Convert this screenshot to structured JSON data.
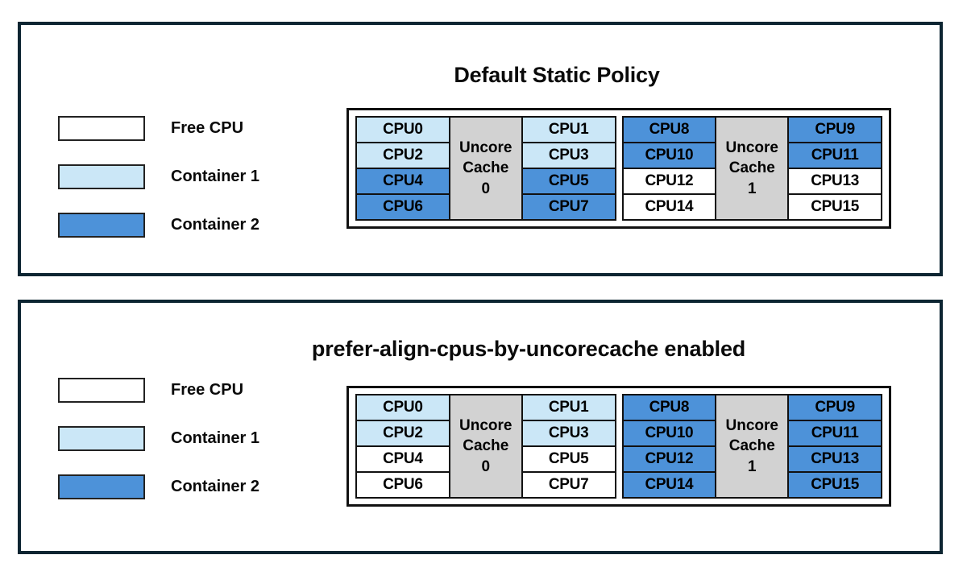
{
  "diagram": {
    "legend_items": [
      {
        "label": "Free CPU",
        "color": "#ffffff"
      },
      {
        "label": "Container 1",
        "color": "#cbe7f7"
      },
      {
        "label": "Container 2",
        "color": "#4d92d9"
      }
    ],
    "cache_label_line1": "Uncore",
    "cache_label_line2": "Cache",
    "panels": [
      {
        "title": "Default Static Policy",
        "groups": [
          {
            "cache_id": "0",
            "left_column": [
              {
                "label": "CPU0",
                "color": "#cbe7f7",
                "assignment": "Container 1"
              },
              {
                "label": "CPU2",
                "color": "#cbe7f7",
                "assignment": "Container 1"
              },
              {
                "label": "CPU4",
                "color": "#4d92d9",
                "assignment": "Container 2"
              },
              {
                "label": "CPU6",
                "color": "#4d92d9",
                "assignment": "Container 2"
              }
            ],
            "right_column": [
              {
                "label": "CPU1",
                "color": "#cbe7f7",
                "assignment": "Container 1"
              },
              {
                "label": "CPU3",
                "color": "#cbe7f7",
                "assignment": "Container 1"
              },
              {
                "label": "CPU5",
                "color": "#4d92d9",
                "assignment": "Container 2"
              },
              {
                "label": "CPU7",
                "color": "#4d92d9",
                "assignment": "Container 2"
              }
            ]
          },
          {
            "cache_id": "1",
            "left_column": [
              {
                "label": "CPU8",
                "color": "#4d92d9",
                "assignment": "Container 2"
              },
              {
                "label": "CPU10",
                "color": "#4d92d9",
                "assignment": "Container 2"
              },
              {
                "label": "CPU12",
                "color": "#ffffff",
                "assignment": "Free CPU"
              },
              {
                "label": "CPU14",
                "color": "#ffffff",
                "assignment": "Free CPU"
              }
            ],
            "right_column": [
              {
                "label": "CPU9",
                "color": "#4d92d9",
                "assignment": "Container 2"
              },
              {
                "label": "CPU11",
                "color": "#4d92d9",
                "assignment": "Container 2"
              },
              {
                "label": "CPU13",
                "color": "#ffffff",
                "assignment": "Free CPU"
              },
              {
                "label": "CPU15",
                "color": "#ffffff",
                "assignment": "Free CPU"
              }
            ]
          }
        ]
      },
      {
        "title": "prefer-align-cpus-by-uncorecache enabled",
        "groups": [
          {
            "cache_id": "0",
            "left_column": [
              {
                "label": "CPU0",
                "color": "#cbe7f7",
                "assignment": "Container 1"
              },
              {
                "label": "CPU2",
                "color": "#cbe7f7",
                "assignment": "Container 1"
              },
              {
                "label": "CPU4",
                "color": "#ffffff",
                "assignment": "Free CPU"
              },
              {
                "label": "CPU6",
                "color": "#ffffff",
                "assignment": "Free CPU"
              }
            ],
            "right_column": [
              {
                "label": "CPU1",
                "color": "#cbe7f7",
                "assignment": "Container 1"
              },
              {
                "label": "CPU3",
                "color": "#cbe7f7",
                "assignment": "Container 1"
              },
              {
                "label": "CPU5",
                "color": "#ffffff",
                "assignment": "Free CPU"
              },
              {
                "label": "CPU7",
                "color": "#ffffff",
                "assignment": "Free CPU"
              }
            ]
          },
          {
            "cache_id": "1",
            "left_column": [
              {
                "label": "CPU8",
                "color": "#4d92d9",
                "assignment": "Container 2"
              },
              {
                "label": "CPU10",
                "color": "#4d92d9",
                "assignment": "Container 2"
              },
              {
                "label": "CPU12",
                "color": "#4d92d9",
                "assignment": "Container 2"
              },
              {
                "label": "CPU14",
                "color": "#4d92d9",
                "assignment": "Container 2"
              }
            ],
            "right_column": [
              {
                "label": "CPU9",
                "color": "#4d92d9",
                "assignment": "Container 2"
              },
              {
                "label": "CPU11",
                "color": "#4d92d9",
                "assignment": "Container 2"
              },
              {
                "label": "CPU13",
                "color": "#4d92d9",
                "assignment": "Container 2"
              },
              {
                "label": "CPU15",
                "color": "#4d92d9",
                "assignment": "Container 2"
              }
            ]
          }
        ]
      }
    ],
    "colors": {
      "panel_border": "#0d2532",
      "cell_border": "#111111",
      "cache_fill": "#d2d2d2",
      "free_cpu": "#ffffff",
      "container_1": "#cbe7f7",
      "container_2": "#4d92d9"
    }
  }
}
